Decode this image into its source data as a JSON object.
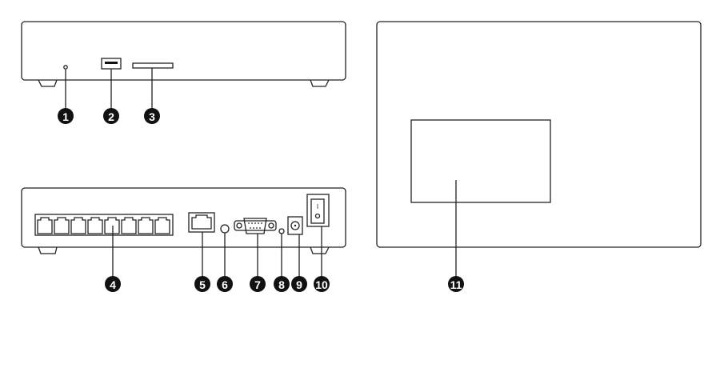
{
  "views": {
    "front": {
      "name": "front-panel"
    },
    "back": {
      "name": "rear-panel"
    },
    "bottom": {
      "name": "bottom-panel"
    }
  },
  "callouts": [
    {
      "number": "1",
      "part": "led-indicator"
    },
    {
      "number": "2",
      "part": "usb-port"
    },
    {
      "number": "3",
      "part": "card-slot"
    },
    {
      "number": "4",
      "part": "rj11-ports"
    },
    {
      "number": "5",
      "part": "rj45-port"
    },
    {
      "number": "6",
      "part": "round-button"
    },
    {
      "number": "7",
      "part": "db9-serial-port"
    },
    {
      "number": "8",
      "part": "reset-pinhole"
    },
    {
      "number": "9",
      "part": "dc-power-jack"
    },
    {
      "number": "10",
      "part": "power-switch"
    },
    {
      "number": "11",
      "part": "label-area"
    }
  ],
  "switch_marks": {
    "on": "I",
    "off": "O"
  },
  "colors": {
    "line": "#222222",
    "callout": "#111111"
  }
}
